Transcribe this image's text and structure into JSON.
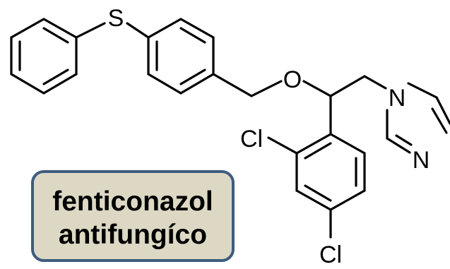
{
  "molecule": {
    "atoms": {
      "sulfur": "S",
      "oxygen": "O",
      "nitrogen_1": "N",
      "nitrogen_2": "N",
      "chlorine_ortho": "Cl",
      "chlorine_para": "Cl"
    }
  },
  "caption": {
    "line1": "fenticonazol",
    "line2": "antifungíco"
  },
  "colors": {
    "bond": "#000000",
    "caption_fill": "#ddd8c4",
    "caption_border": "#3e5c7f"
  }
}
